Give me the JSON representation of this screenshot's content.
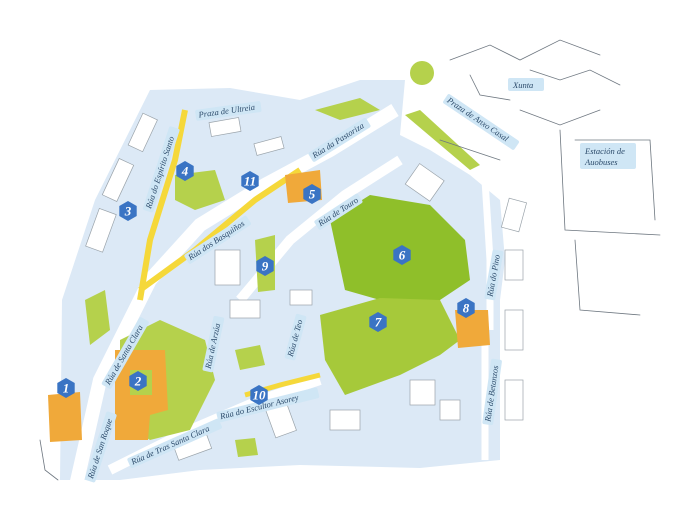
{
  "colors": {
    "ground": "#dce9f6",
    "road": "#ffffff",
    "park": "#b5d14c",
    "park_dark": "#8fbf2a",
    "site": "#f0a93a",
    "highlight_street": "#f5d83a",
    "marker": "#3a74c4",
    "label_bg": "#cfe6f5"
  },
  "markers": [
    {
      "num": "1",
      "name": "marker-1"
    },
    {
      "num": "2",
      "name": "marker-2"
    },
    {
      "num": "3",
      "name": "marker-3"
    },
    {
      "num": "4",
      "name": "marker-4"
    },
    {
      "num": "5",
      "name": "marker-5"
    },
    {
      "num": "6",
      "name": "marker-6"
    },
    {
      "num": "7",
      "name": "marker-7"
    },
    {
      "num": "8",
      "name": "marker-8"
    },
    {
      "num": "9",
      "name": "marker-9"
    },
    {
      "num": "10",
      "name": "marker-10"
    },
    {
      "num": "11",
      "name": "marker-11"
    }
  ],
  "streets": {
    "ultreia": "Praza de Ultreia",
    "espirito_santo": "Rúa do Espírito Santo",
    "pastoriza": "Rúa da Pastoriza",
    "basquinos": "Rúa dos Basquiños",
    "touro": "Rúa de Touro",
    "santa_clara": "Rúa de Santa Clara",
    "san_roque": "Rúa de San Roque",
    "tras_santa_clara": "Rúa de Tras Santa Clara",
    "arzua": "Rúa de Arzúa",
    "teo": "Rúa de Teo",
    "escultor_asorey": "Rúa do Escultor Asorey",
    "pino": "Rúa do Pino",
    "betanzos": "Rúa de Betanzos",
    "anxo_casal": "Praza de Anxo Casal"
  },
  "places": {
    "xunta": "Xunta",
    "estacion_line1": "Estación de",
    "estacion_line2": "Auobuses"
  }
}
